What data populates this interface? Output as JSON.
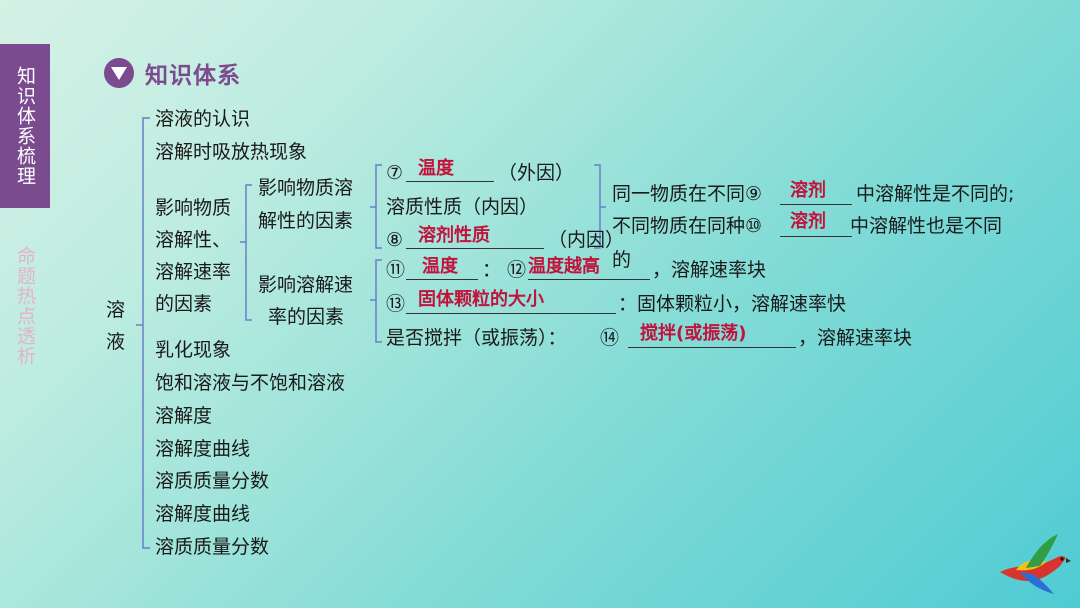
{
  "sidebar": {
    "active_tab": "知识体系梳理",
    "inactive_tab": "命题热点透析"
  },
  "heading": {
    "title": "知识体系"
  },
  "root": {
    "char1": "溶",
    "char2": "液"
  },
  "branches": {
    "b1": "溶液的认识",
    "b2": "溶解时吸放热现象",
    "b3_line1": "影响物质",
    "b3_line2": "溶解性、",
    "b3_line3": "溶解速率",
    "b3_line4": "的因素",
    "b4": "乳化现象",
    "b5": "饱和溶液与不饱和溶液",
    "b6": "溶解度",
    "b7": "溶解度曲线",
    "b8": "溶质质量分数",
    "b9": "溶解度曲线",
    "b10": "溶质质量分数"
  },
  "solubility": {
    "label_line1": "影响物质溶",
    "label_line2": "解性的因素",
    "item7_num": "⑦",
    "item7_ans": "温度",
    "item7_suffix": "（外因）",
    "item_mid": "溶质性质（内因）",
    "item8_num": "⑧",
    "item8_ans": "溶剂性质",
    "item8_suffix": "（内因）",
    "note1_pre": "同一物质在不同⑨",
    "note1_ans": "溶剂",
    "note1_post": "中溶解性是不同的;",
    "note2_pre": "不同物质在同种⑩",
    "note2_ans": "溶剂",
    "note2_post": "中溶解性也是不同",
    "note3": "的"
  },
  "rate": {
    "label_line1": "影响溶解速",
    "label_line2": "率的因素",
    "item11_num": "⑪",
    "item11_ans": "温度",
    "item11_colon": "：",
    "item12_num": "⑫",
    "item12_ans": "温度越高",
    "item12_post": "，溶解速率块",
    "item13_num": "⑬",
    "item13_ans": "固体颗粒的大小",
    "item13_post": "：固体颗粒小，溶解速率快",
    "item14_pre": "是否搅拌（或振荡）：",
    "item14_num": "⑭",
    "item14_ans": "搅拌(或振荡)",
    "item14_post": "，溶解速率块"
  },
  "colors": {
    "accent": "#7b4b8f",
    "answer": "#c0143c",
    "bracket": "#6a7fc8"
  }
}
